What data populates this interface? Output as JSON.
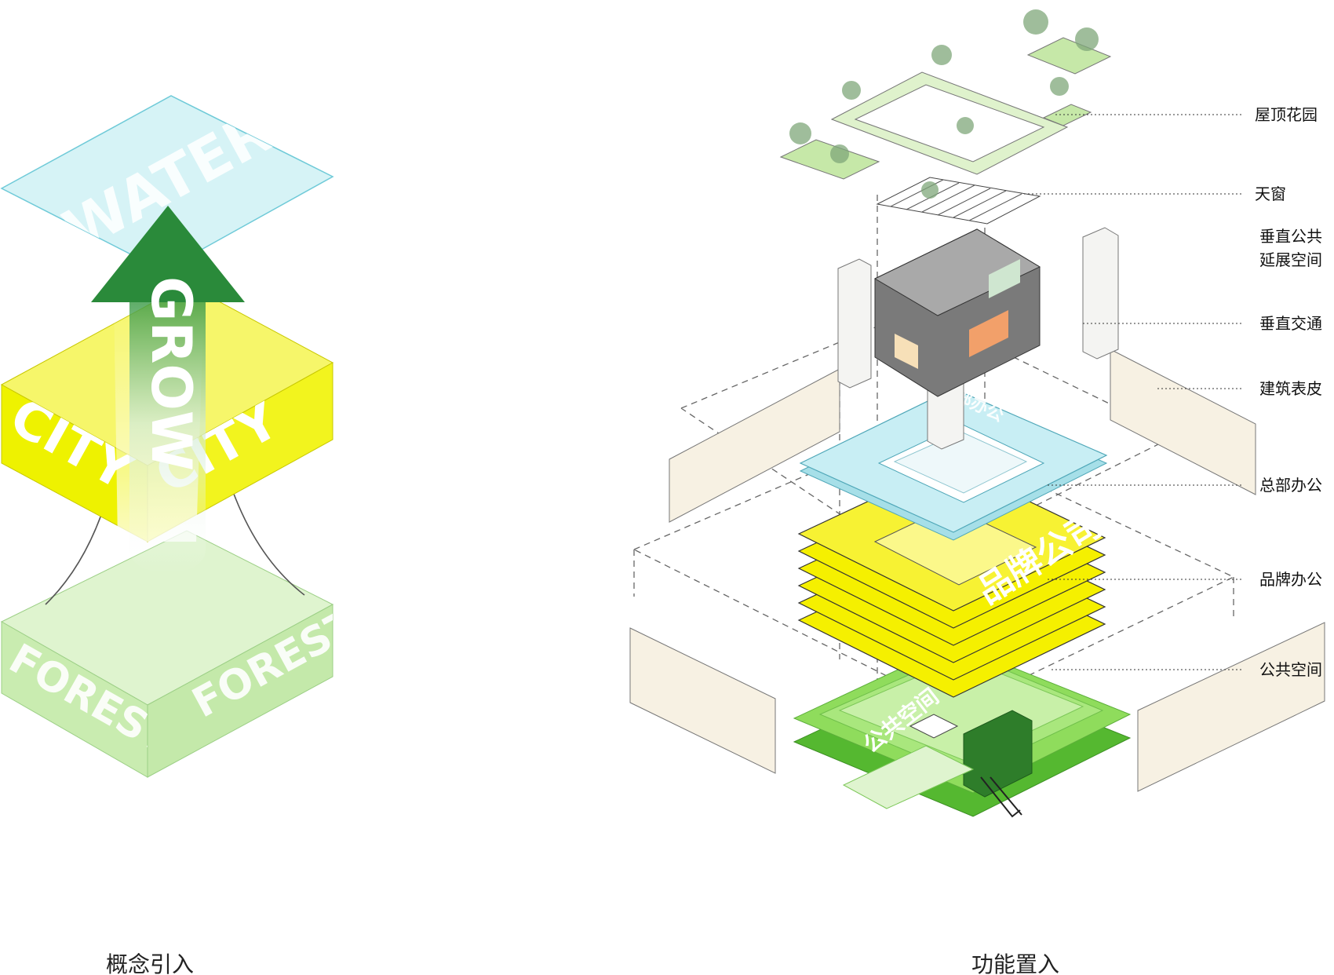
{
  "concept": {
    "words": {
      "water": "WATER",
      "grow": "GROW",
      "city_left": "CITY",
      "city_right": "CITY",
      "forest_left": "FOREST",
      "forest_right": "FOREST"
    },
    "caption": "概念引入"
  },
  "function": {
    "layer_labels": [
      "屋顶花园",
      "天窗",
      "垂直公共",
      "延展空间",
      "垂直交通",
      "建筑表皮",
      "总部办公",
      "品牌办公",
      "公共空间"
    ],
    "in_model_text": {
      "headquarters": "总部办公",
      "brand": "品牌公司",
      "public": "公共空间"
    },
    "caption": "功能置入"
  },
  "colors": {
    "water": "#d6f3f6",
    "city_top": "#f6f66a",
    "city_side": "#eef200",
    "forest": "#c9ecb0",
    "arrow": "#2a8a3a",
    "hq_office": "#c8eef4",
    "brand_office": "#f5f000",
    "public_space": "#8fdc5c",
    "skin": "#f7f1e3"
  }
}
